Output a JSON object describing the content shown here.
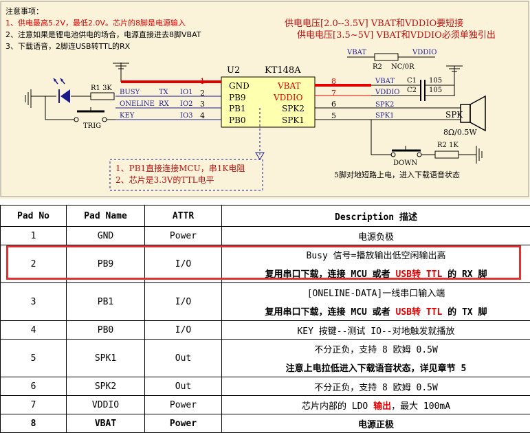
{
  "schematic": {
    "notes_title": "注意事项：",
    "notes": [
      "1、供电最高5.2V，最低2.0V。芯片的8脚是电源输入",
      "2、注意如果是锂电池供电的场合，电源直接进去8脚VBAT",
      "3、下载语音，2脚连USB转TTL的RX"
    ],
    "supply_notes": [
      "供电电压[2.0--3.5V] VBAT和VDDIO要短接",
      "供电电压[3.5~5V] VBAT和VDDIO必须单独引出"
    ],
    "chip_ref": "U2",
    "chip_name": "KT148A",
    "left_pins": [
      {
        "num": "1",
        "name": "GND"
      },
      {
        "num": "2",
        "name": "PB9"
      },
      {
        "num": "3",
        "name": "PB1"
      },
      {
        "num": "4",
        "name": "PB0"
      }
    ],
    "right_pins": [
      {
        "num": "8",
        "name": "VBAT"
      },
      {
        "num": "7",
        "name": "VDDIO"
      },
      {
        "num": "6",
        "name": "SPK2"
      },
      {
        "num": "5",
        "name": "SPK1"
      }
    ],
    "net_left": [
      {
        "net": "BUSY",
        "sig": "TX",
        "io": "IO1"
      },
      {
        "net": "ONELINE",
        "sig": "RX",
        "io": "IO2"
      },
      {
        "net": "KEY",
        "sig": "",
        "io": "IO3"
      }
    ],
    "net_right": [
      "VBAT",
      "VDDIO",
      "SPK2",
      "SPK1"
    ],
    "r1_label": "R1 3K",
    "trig_label": "TRIG",
    "r2_top": {
      "left": "VBAT",
      "right": "VDDIO",
      "name": "R2",
      "value": "NC/0R"
    },
    "caps": [
      {
        "name": "C1",
        "value": "105"
      },
      {
        "name": "C2",
        "value": "105"
      }
    ],
    "speaker": {
      "name": "SPK",
      "value": "8Ω/0.5W"
    },
    "down_r": "R2 1K",
    "down_label": "DOWN",
    "down_note": "5脚对地短路上电，进入下载语音状态",
    "box_notes": [
      "1、PB1直接连接MCU，串1K电阻",
      "2、芯片是3.3V的TTL电平"
    ]
  },
  "table": {
    "headers": [
      "Pad No",
      "Pad Name",
      "ATTR",
      "Description 描述"
    ],
    "rows": [
      {
        "no": "1",
        "name": "GND",
        "attr": "Power",
        "d1": "电源负极",
        "d2": ""
      },
      {
        "no": "2",
        "name": "PB9",
        "attr": "I/O",
        "d1": "Busy 信号=播放输出低空闲输出高",
        "d2": "复用串口下载，连接 MCU 或者 USB转 TTL 的 RX 脚"
      },
      {
        "no": "3",
        "name": "PB1",
        "attr": "I/O",
        "d1": "[ONELINE-DATA]一线串口输入端",
        "d2": "复用串口下载，连接 MCU 或者 USB转 TTL 的 TX 脚"
      },
      {
        "no": "4",
        "name": "PB0",
        "attr": "I/O",
        "d1": "KEY 按键--测试 IO--对地触发就播放",
        "d2": ""
      },
      {
        "no": "5",
        "name": "SPK1",
        "attr": "Out",
        "d1": "不分正负，支持 8 欧姆 0.5W",
        "d2": "注意上电拉低进入下载语音状态，详见章节 5"
      },
      {
        "no": "6",
        "name": "SPK2",
        "attr": "Out",
        "d1": "不分正负，支持 8 欧姆 0.5W",
        "d2": ""
      },
      {
        "no": "7",
        "name": "VDDIO",
        "attr": "Power",
        "d1": "芯片内部的 LDO 输出，最大 100mA",
        "d2": ""
      },
      {
        "no": "8",
        "name": "VBAT",
        "attr": "Power",
        "d1": "电源正极",
        "d2": ""
      }
    ],
    "rich": {
      "r2_pre": "复用串口下载，连接 MCU 或者 ",
      "r2_red": "USB转 TTL",
      "r2_post": " 的 RX 脚",
      "r3_pre": "复用串口下载，连接 MCU 或者 ",
      "r3_red": "USB转 TTL",
      "r3_post": " 的 TX 脚",
      "r7_pre": "芯片内部的 LDO ",
      "r7_red": "输出",
      "r7_post": "，最大 100mA"
    }
  },
  "colors": {
    "bg": "#fbf3d9",
    "accent_red": "#e00000",
    "wire_blue": "#1a1a8c",
    "highlight": "#e03030"
  }
}
